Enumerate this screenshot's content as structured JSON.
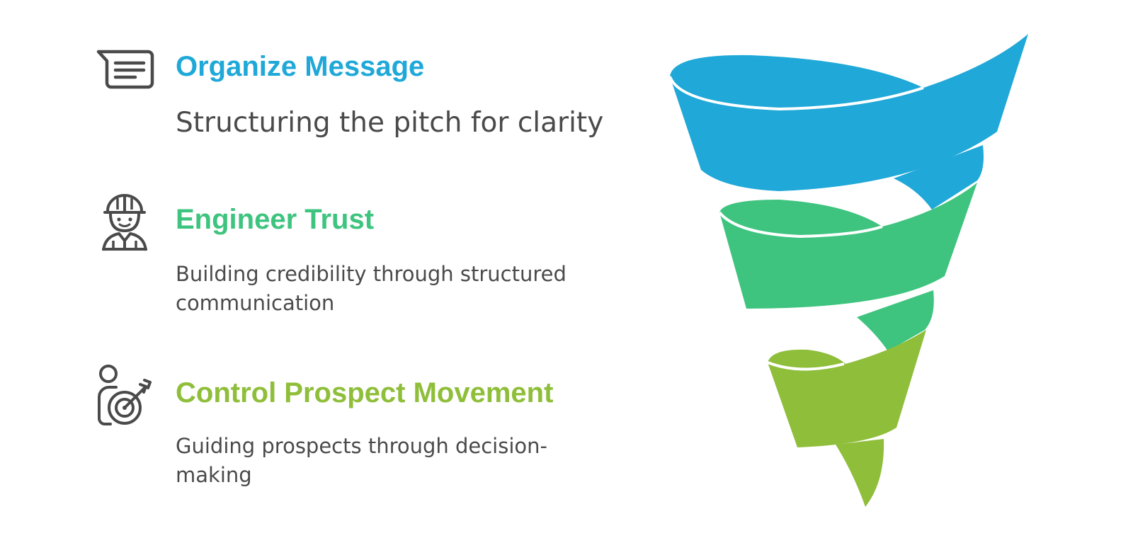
{
  "steps": [
    {
      "title": "Organize Message",
      "description": "Structuring the pitch for clarity",
      "icon": "message-lines-icon",
      "color": "#1fa8d8"
    },
    {
      "title": "Engineer Trust",
      "description": "Building credibility through structured communication",
      "icon": "engineer-hardhat-icon",
      "color": "#3ec47f"
    },
    {
      "title": "Control Prospect Movement",
      "description": "Guiding prospects through decision-making",
      "icon": "person-target-icon",
      "color": "#8fbe3a"
    }
  ],
  "icon_color": "#4a4a4a"
}
